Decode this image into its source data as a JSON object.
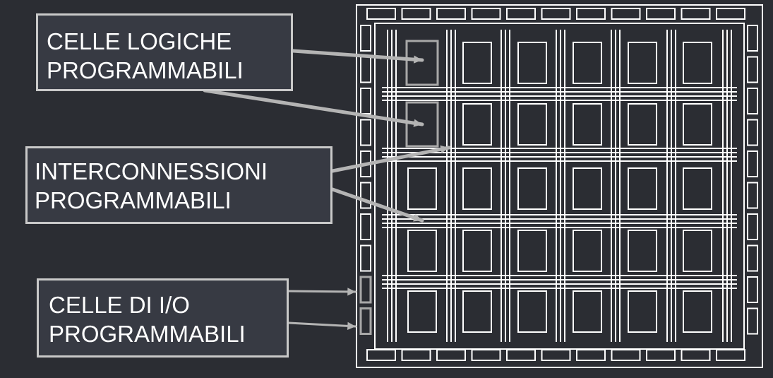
{
  "labels": {
    "logic_cells": "CELLE  LOGICHE\nPROGRAMMABILI",
    "interconnects": "INTERCONNESSIONI\nPROGRAMMABILI",
    "io_cells": "CELLE DI I/O\nPROGRAMMABILI"
  },
  "colors": {
    "background": "#2b2d33",
    "box_fill": "#373a43",
    "white_line": "#ffffff",
    "highlight": "#a8a8a8",
    "arrow": "#b4b4b4"
  },
  "grid": {
    "rows": 5,
    "cols": 6
  }
}
